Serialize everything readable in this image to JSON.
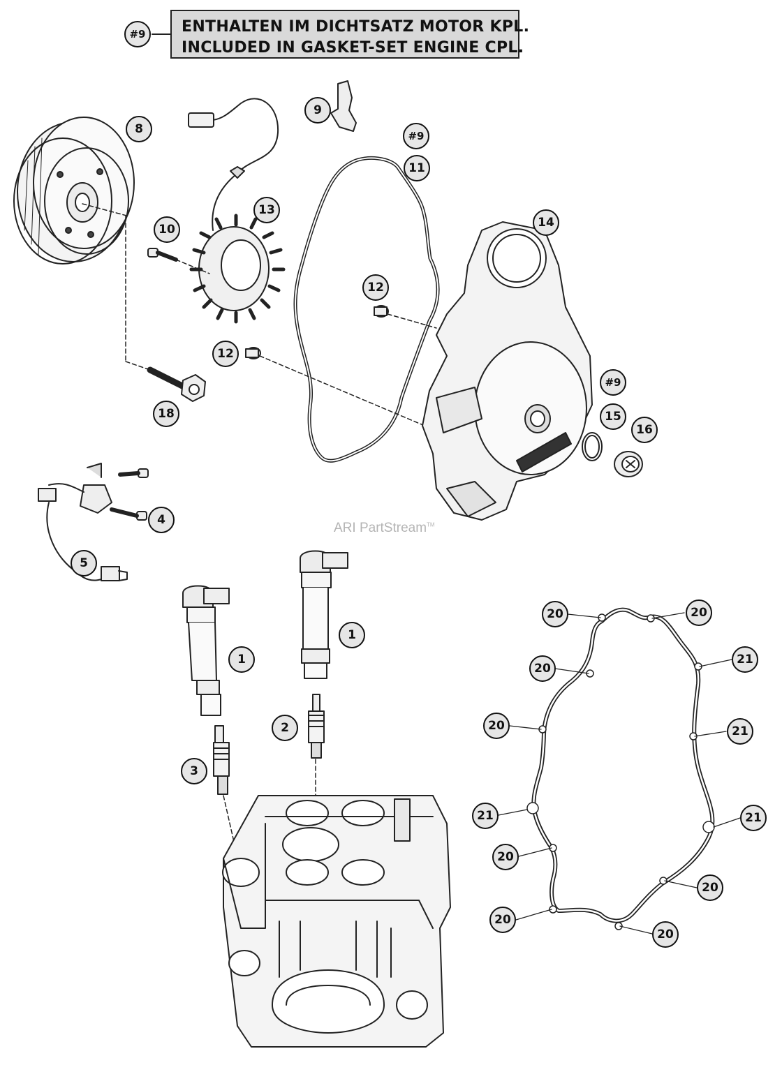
{
  "legend": {
    "ref": "#9",
    "line_de": "ENTHALTEN IM DICHTSATZ MOTOR KPL.",
    "line_en": "INCLUDED IN GASKET-SET ENGINE CPL."
  },
  "watermark": {
    "text": "ARI PartStream",
    "tm": "TM"
  },
  "callouts": {
    "c8": "8",
    "c9": "9",
    "c9a": "#9",
    "c11": "11",
    "c13": "13",
    "c10": "10",
    "c14": "14",
    "c12a": "12",
    "c12b": "12",
    "c9b": "#9",
    "c15": "15",
    "c16": "16",
    "c18": "18",
    "c4": "4",
    "c5": "5",
    "c1a": "1",
    "c1b": "1",
    "c2": "2",
    "c3": "3",
    "g20a": "20",
    "g20b": "20",
    "g21a": "21",
    "g20c": "20",
    "g20d": "20",
    "g21b": "21",
    "g21c": "21",
    "g21d": "21",
    "g20e": "20",
    "g20f": "20",
    "g20g": "20",
    "g20h": "20"
  },
  "colors": {
    "line": "#222222",
    "callout_fill": "#e6e6e6",
    "legend_fill": "#d9d9d9",
    "watermark": "#b4b4b4"
  }
}
